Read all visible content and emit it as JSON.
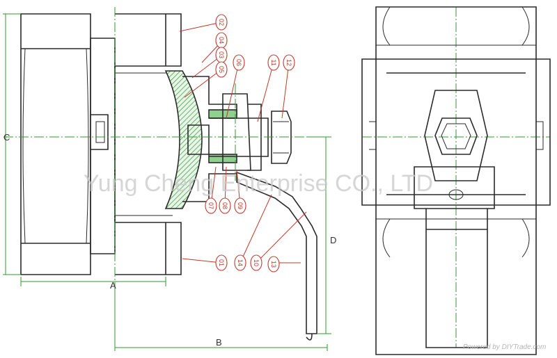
{
  "callouts": [
    "02",
    "04",
    "03",
    "05",
    "06",
    "11",
    "12",
    "07",
    "08",
    "09",
    "01",
    "14",
    "10",
    "13"
  ],
  "dimensions": {
    "a": "A",
    "b": "B",
    "c": "C",
    "d": "D"
  },
  "watermark": "Yung Cheng Enterprise CO., LTD",
  "credit": "Powered by DIYTrade.com",
  "colors": {
    "line": "#2a2a2a",
    "center_line": "#2f9a2f",
    "callout": "#c0392b",
    "seal_hatch": "#2f9a2f"
  }
}
